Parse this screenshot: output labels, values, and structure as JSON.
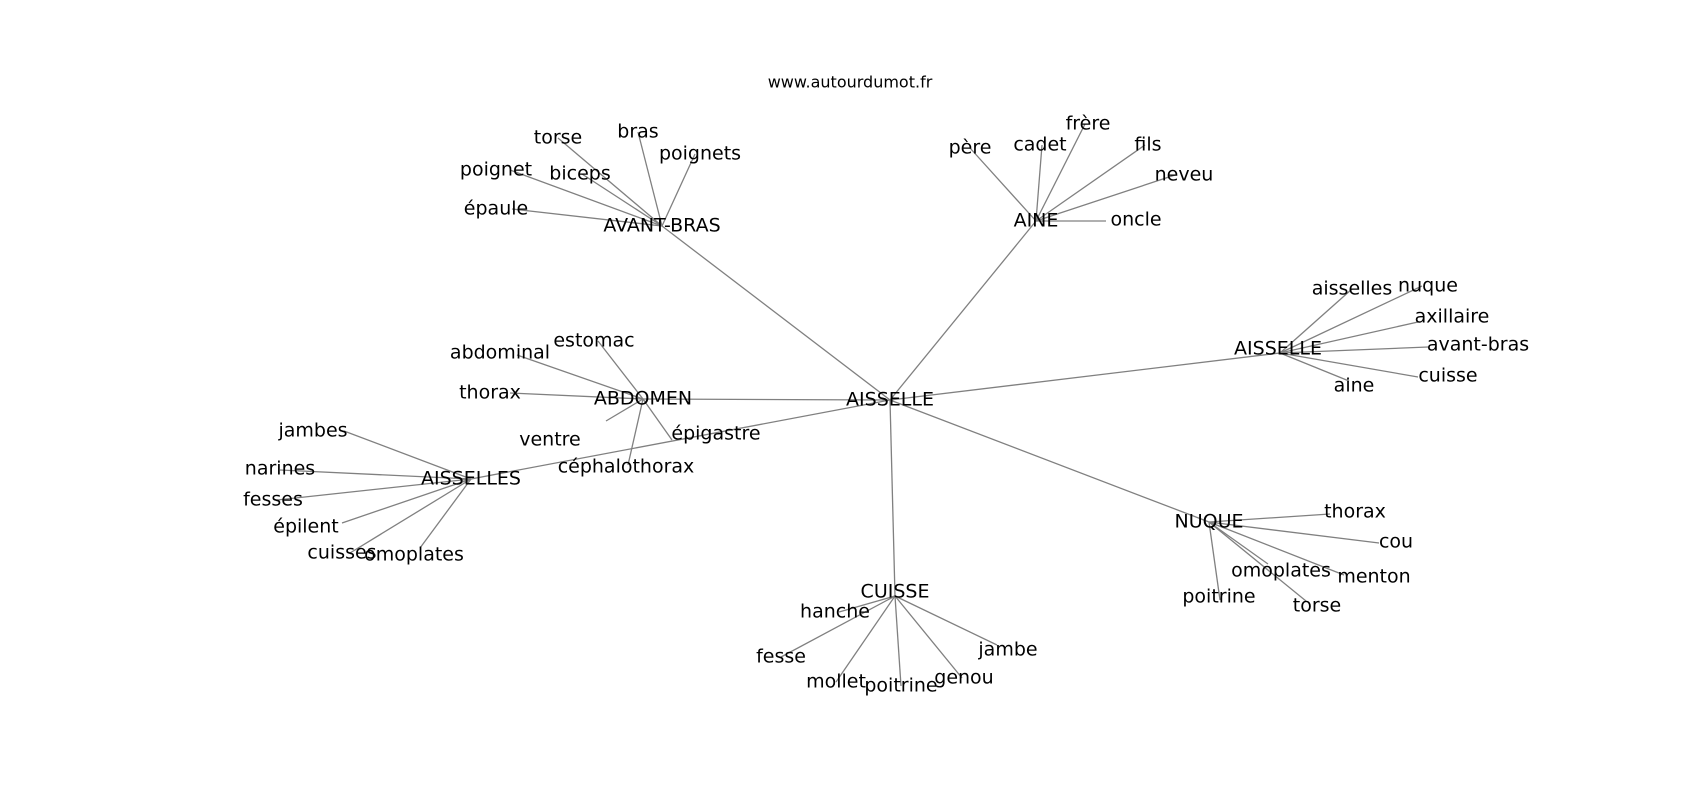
{
  "site": "www.autourdumot.fr",
  "center": "AISSELLE",
  "edge_color": "#808080",
  "clusters": [
    {
      "id": "avant-bras",
      "hub": "AVANT-BRAS",
      "words": [
        "torse",
        "bras",
        "poignets",
        "poignet",
        "biceps",
        "épaule"
      ]
    },
    {
      "id": "aine",
      "hub": "AINE",
      "words": [
        "père",
        "cadet",
        "frère",
        "fils",
        "neveu",
        "oncle"
      ]
    },
    {
      "id": "aisselle",
      "hub": "AISSELLE",
      "words": [
        "aisselles",
        "nuque",
        "axillaire",
        "avant-bras",
        "cuisse",
        "aine"
      ]
    },
    {
      "id": "abdomen",
      "hub": "ABDOMEN",
      "words": [
        "abdominal",
        "estomac",
        "thorax",
        "ventre",
        "épigastre",
        "céphalothorax"
      ]
    },
    {
      "id": "aisselles",
      "hub": "AISSELLES",
      "words": [
        "jambes",
        "narines",
        "fesses",
        "épilent",
        "cuisses",
        "omoplates"
      ]
    },
    {
      "id": "nuque",
      "hub": "NUQUE",
      "words": [
        "thorax",
        "cou",
        "omoplates",
        "menton",
        "poitrine",
        "torse"
      ]
    },
    {
      "id": "cuisse",
      "hub": "CUISSE",
      "words": [
        "hanche",
        "fesse",
        "mollet",
        "poitrine",
        "genou",
        "jambe"
      ]
    }
  ]
}
